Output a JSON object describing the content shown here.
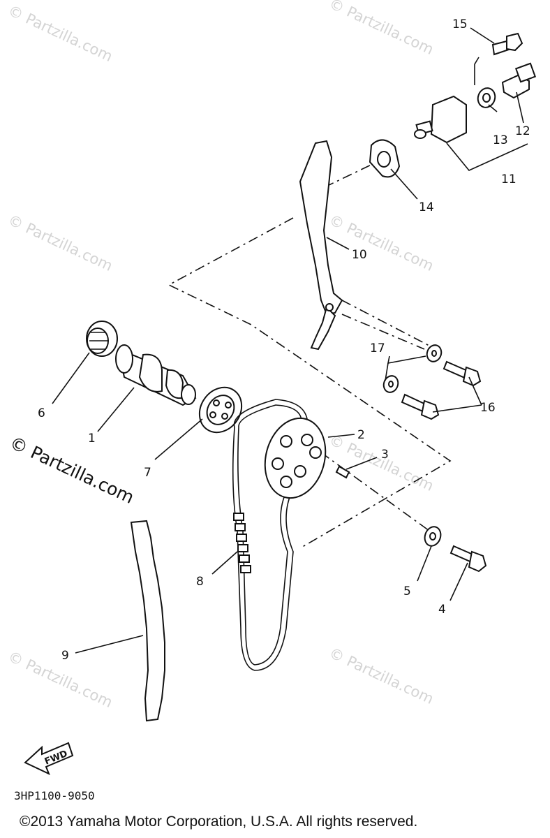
{
  "diagram": {
    "callouts": [
      "1",
      "2",
      "3",
      "4",
      "5",
      "6",
      "7",
      "8",
      "9",
      "10",
      "11",
      "12",
      "13",
      "14",
      "15",
      "16",
      "17"
    ],
    "watermark_small": "© Partzilla.com",
    "watermark_large": "© Partzilla.com",
    "fwd_label": "FWD",
    "diagram_code": "3HP1100-9050",
    "copyright": "©2013  Yamaha Motor Corporation, U.S.A. All rights reserved."
  }
}
